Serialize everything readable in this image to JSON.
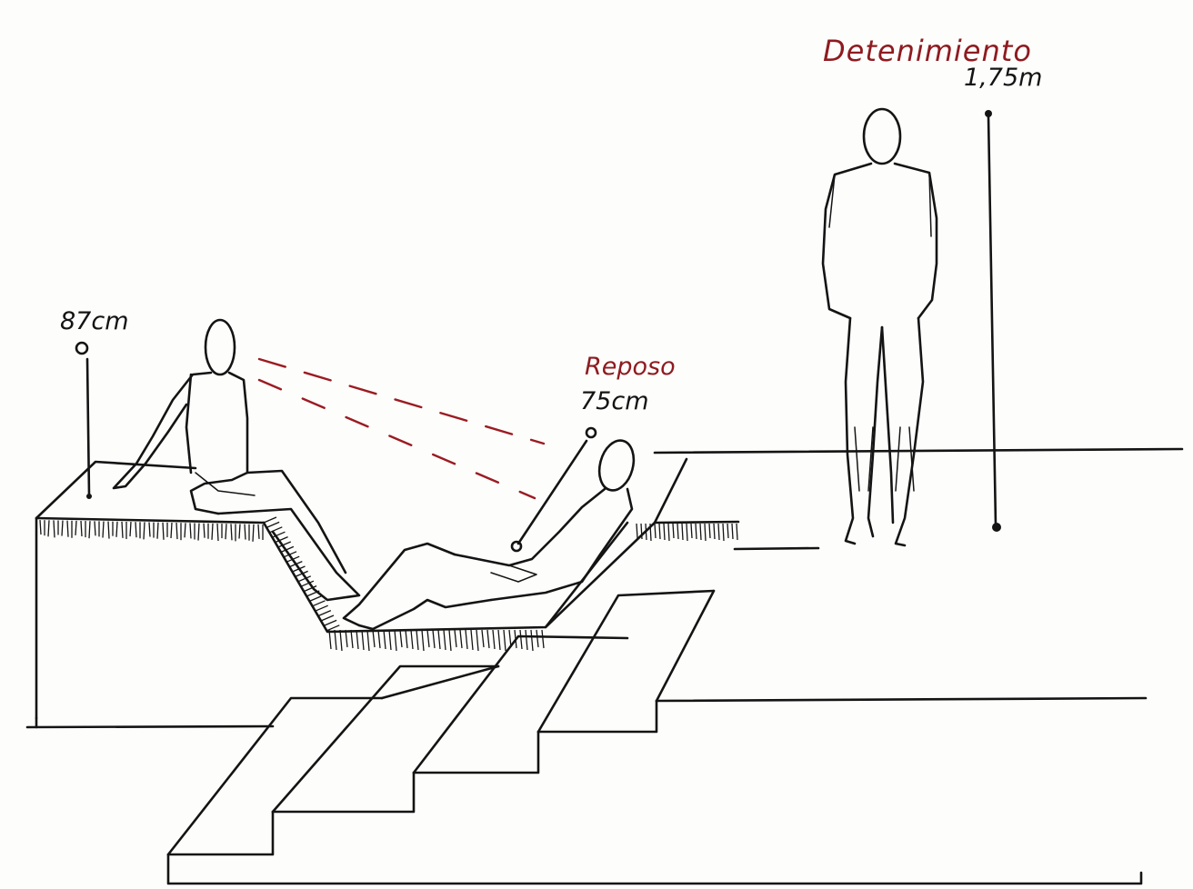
{
  "labels": {
    "detenimiento": "Detenimiento",
    "height_standing": "1,75m",
    "height_seat": "87cm",
    "reposo": "Reposo",
    "height_recline": "75cm"
  },
  "colors": {
    "ink": "#141414",
    "accent_red": "#8e1b20",
    "paper": "#fdfdfb"
  }
}
